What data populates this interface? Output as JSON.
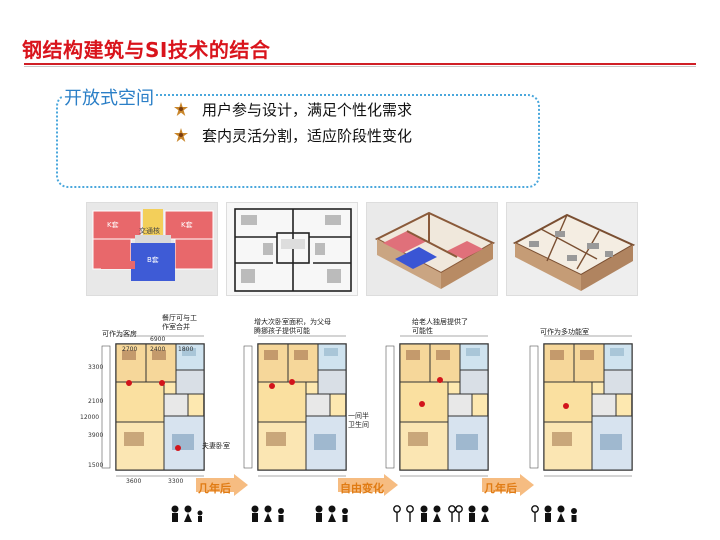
{
  "slide": {
    "title": "钢结构建筑与SI技术的结合",
    "section_label": "开放式空间",
    "bullets": [
      "用户参与设计，满足个性化需求",
      "套内灵活分割，适应阶段性变化"
    ]
  },
  "thumb1": {
    "cells": [
      "K套",
      "交通核",
      "K套",
      "B套"
    ]
  },
  "plans": [
    {
      "caption": "可作为客房",
      "caption2": "餐厅可与工\n作室合并",
      "side_note": "夫妻卧室"
    },
    {
      "caption": "增大次卧室面积，为父母\n腾挪孩子提供可能",
      "side_note": "一间半\n卫生间"
    },
    {
      "caption": "给老人独居提供了\n可能性"
    },
    {
      "caption": "可作为多功能室"
    }
  ],
  "dims": {
    "top_total": "6900",
    "top_parts": [
      "2700",
      "2400",
      "1800"
    ],
    "bottom": [
      "3600",
      "3300"
    ],
    "side": [
      "3300",
      "2100",
      "12000",
      "3900",
      "1500"
    ]
  },
  "transitions": [
    "几年后",
    "自由变化",
    "几年后"
  ],
  "colors": {
    "title": "#d9141c",
    "section": "#2b7fc7",
    "arrow": "#f5b06b",
    "arrow_text": "#e07b13"
  }
}
